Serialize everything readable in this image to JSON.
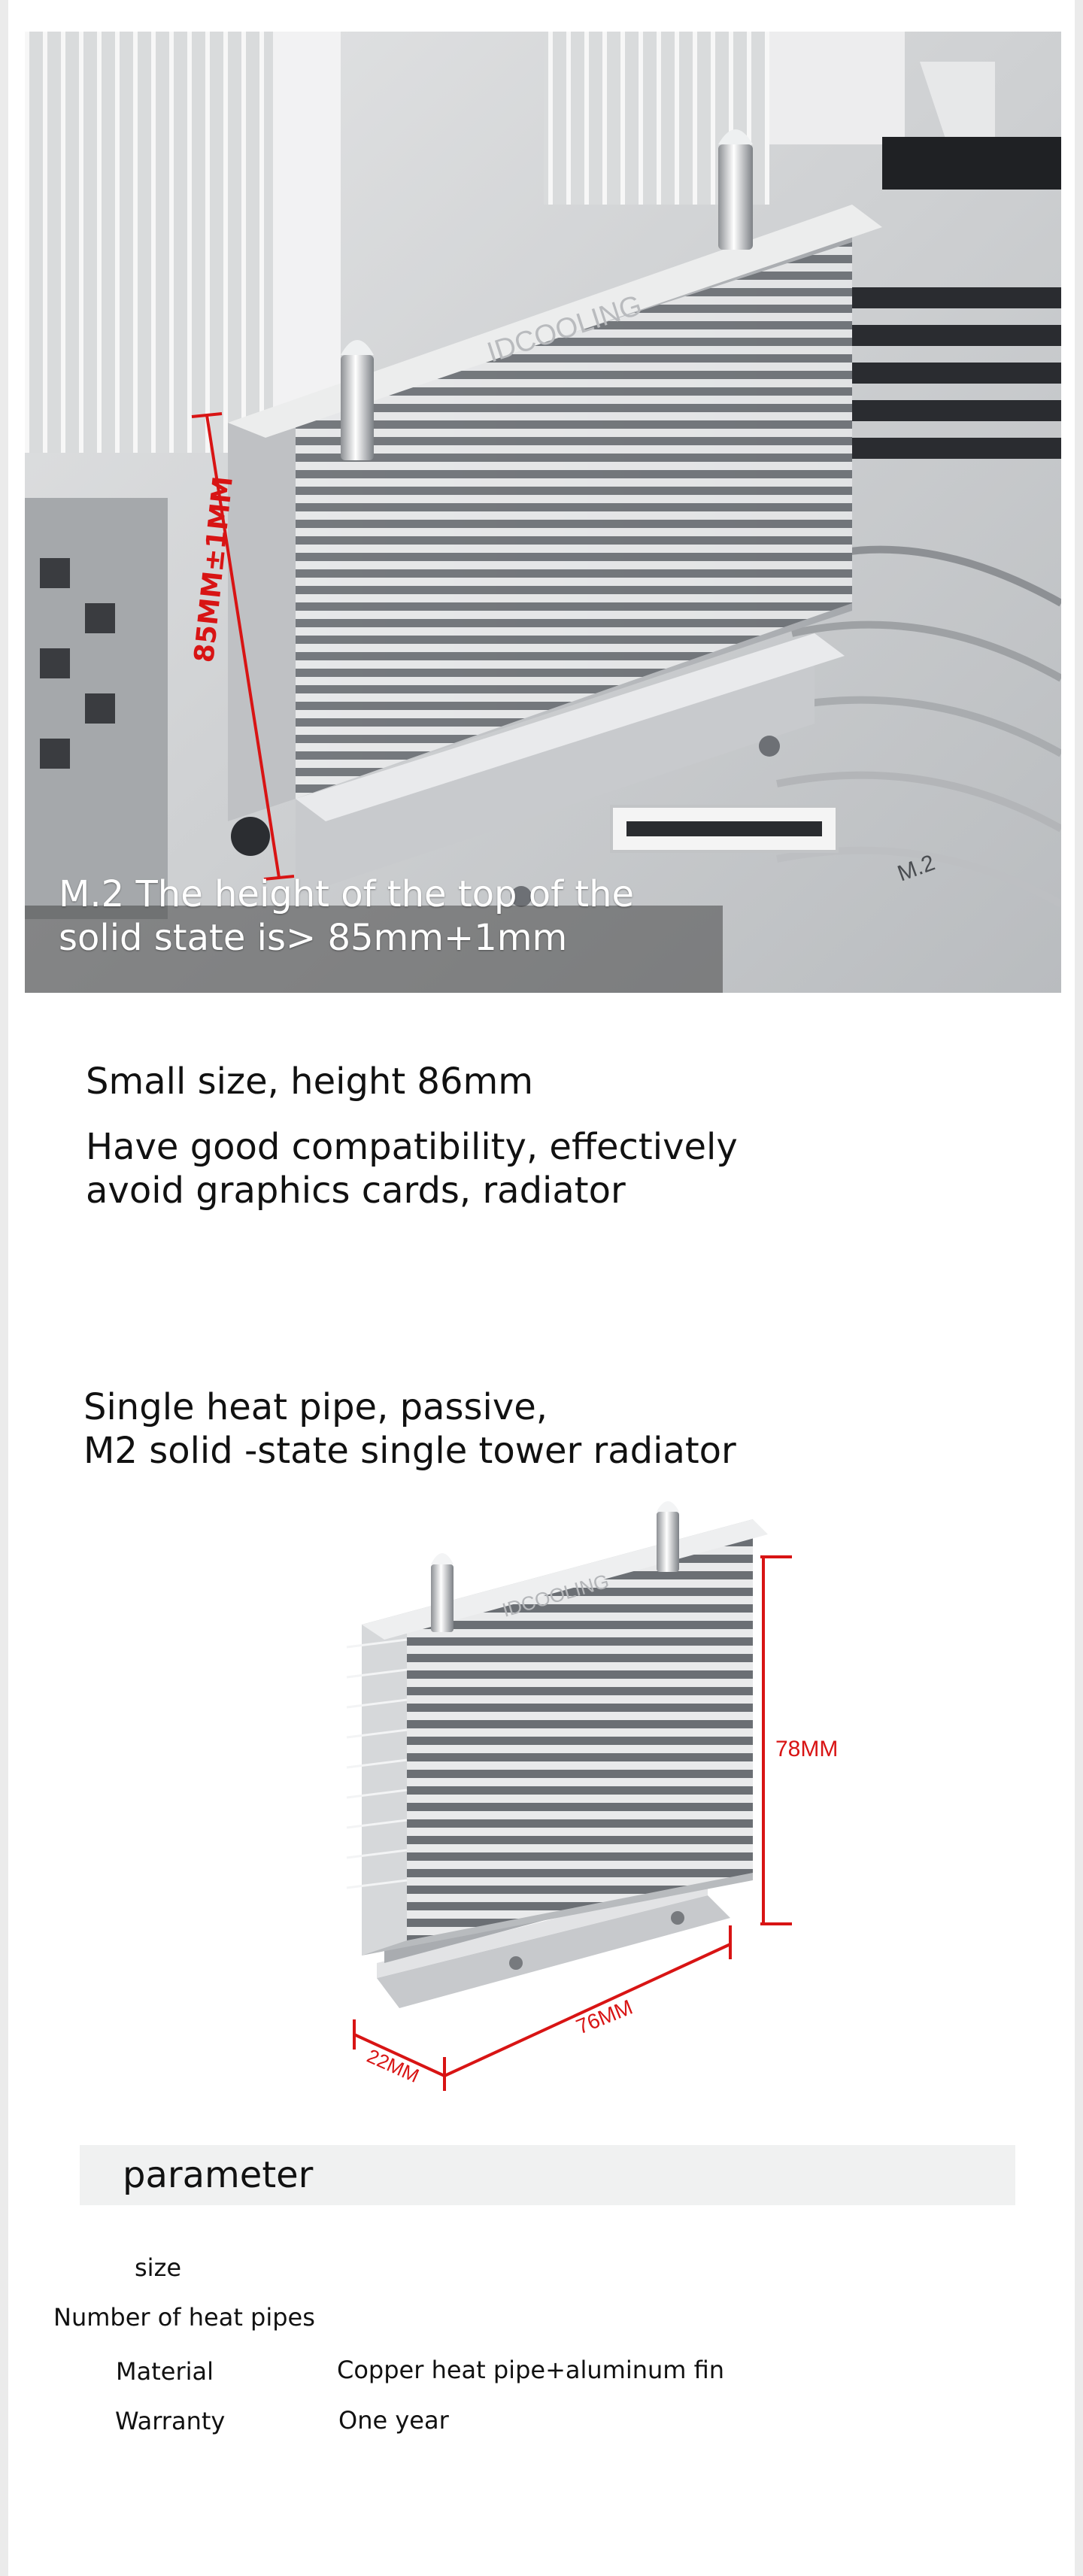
{
  "banner": {
    "caption_line1": "M.2 The height of the top of the",
    "caption_line2": "solid state is> 85mm+1mm",
    "height_marker": "85MM±1MM",
    "board_label": "M.2",
    "brand_mark": "IDCOOLING",
    "accent_color": "#d81414"
  },
  "intro": {
    "line1": "Small size, height 86mm",
    "line2a": "Have good compatibility, effectively",
    "line2b": "avoid graphics cards, radiator"
  },
  "product": {
    "heading_line1": "Single heat pipe, passive,",
    "heading_line2": "M2 solid -state single tower radiator",
    "brand_mark": "IDCOOLING",
    "dim_height": "78MM",
    "dim_length": "76MM",
    "dim_width": "22MM"
  },
  "parameters": {
    "title": "parameter",
    "rows": [
      {
        "label": "size",
        "value": ""
      },
      {
        "label": "Number of heat pipes",
        "value": ""
      },
      {
        "label": "Material",
        "value": "Copper heat pipe+aluminum fin"
      },
      {
        "label": "Warranty",
        "value": "One year"
      }
    ]
  }
}
